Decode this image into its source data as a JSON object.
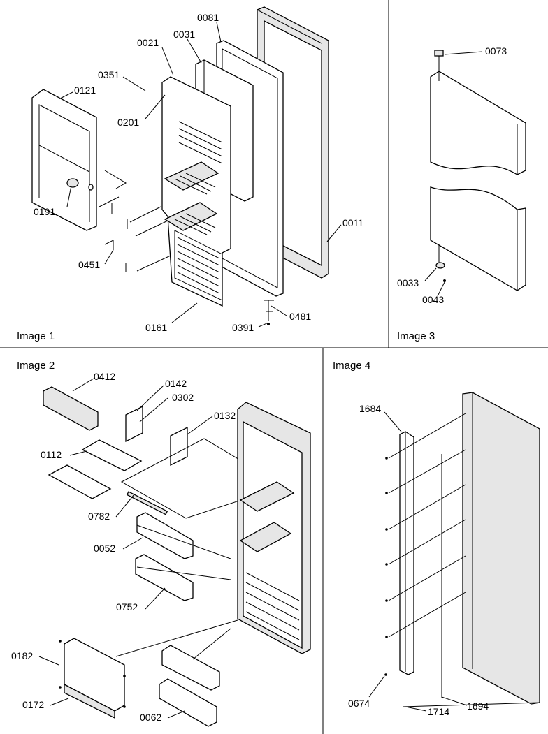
{
  "panels": {
    "image1": "Image 1",
    "image2": "Image 2",
    "image3": "Image 3",
    "image4": "Image 4"
  },
  "callouts": {
    "image1": [
      "0081",
      "0021",
      "0031",
      "0351",
      "0121",
      "0201",
      "0191",
      "0011",
      "0451",
      "0161",
      "0391",
      "0481"
    ],
    "image2": [
      "0412",
      "0142",
      "0302",
      "0132",
      "0112",
      "0782",
      "0052",
      "0752",
      "0182",
      "0172",
      "0062"
    ],
    "image3": [
      "0073",
      "0033",
      "0043"
    ],
    "image4": [
      "1684",
      "0674",
      "1714",
      "1694"
    ]
  }
}
